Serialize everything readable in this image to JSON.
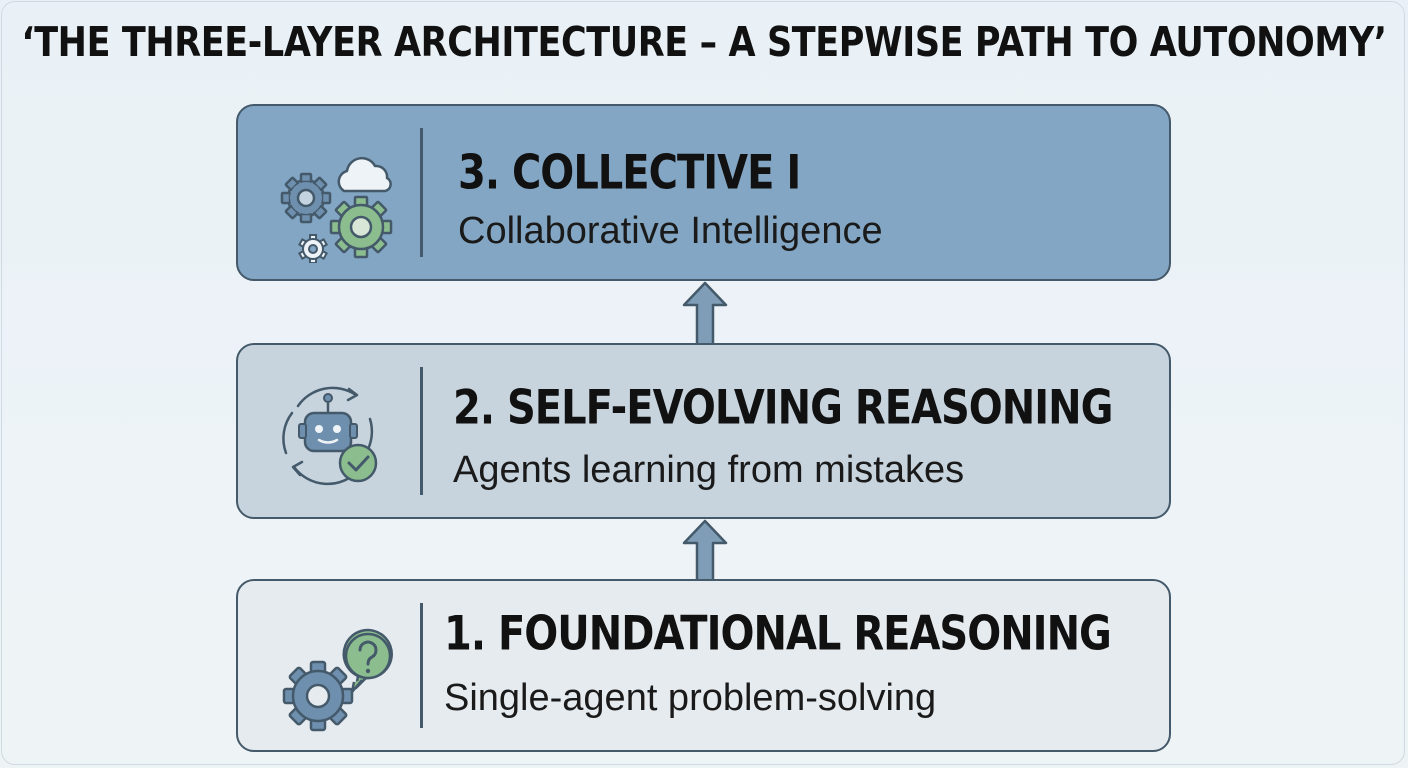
{
  "title": "‘THE THREE-LAYER ARCHITECTURE – A STEPWISE PATH TO AUTONOMY’",
  "layers": [
    {
      "title": "3. COLLECTIVE I",
      "subtitle": "Collaborative Intelligence",
      "icon": "gears-cloud-icon",
      "fill": "#82a6c3"
    },
    {
      "title": "2. SELF-EVOLVING REASONING",
      "subtitle": "Agents learning from mistakes",
      "icon": "robot-cycle-check-icon",
      "fill": "#c7d4de"
    },
    {
      "title": "1. FOUNDATIONAL REASONING",
      "subtitle": "Single-agent problem-solving",
      "icon": "gear-question-icon",
      "fill": "#e6ebef"
    }
  ],
  "colors": {
    "outline": "#44596a",
    "icon_blue": "#5c7d9c",
    "icon_green": "#8bbd8e",
    "arrow_fill": "#7f9db6"
  }
}
